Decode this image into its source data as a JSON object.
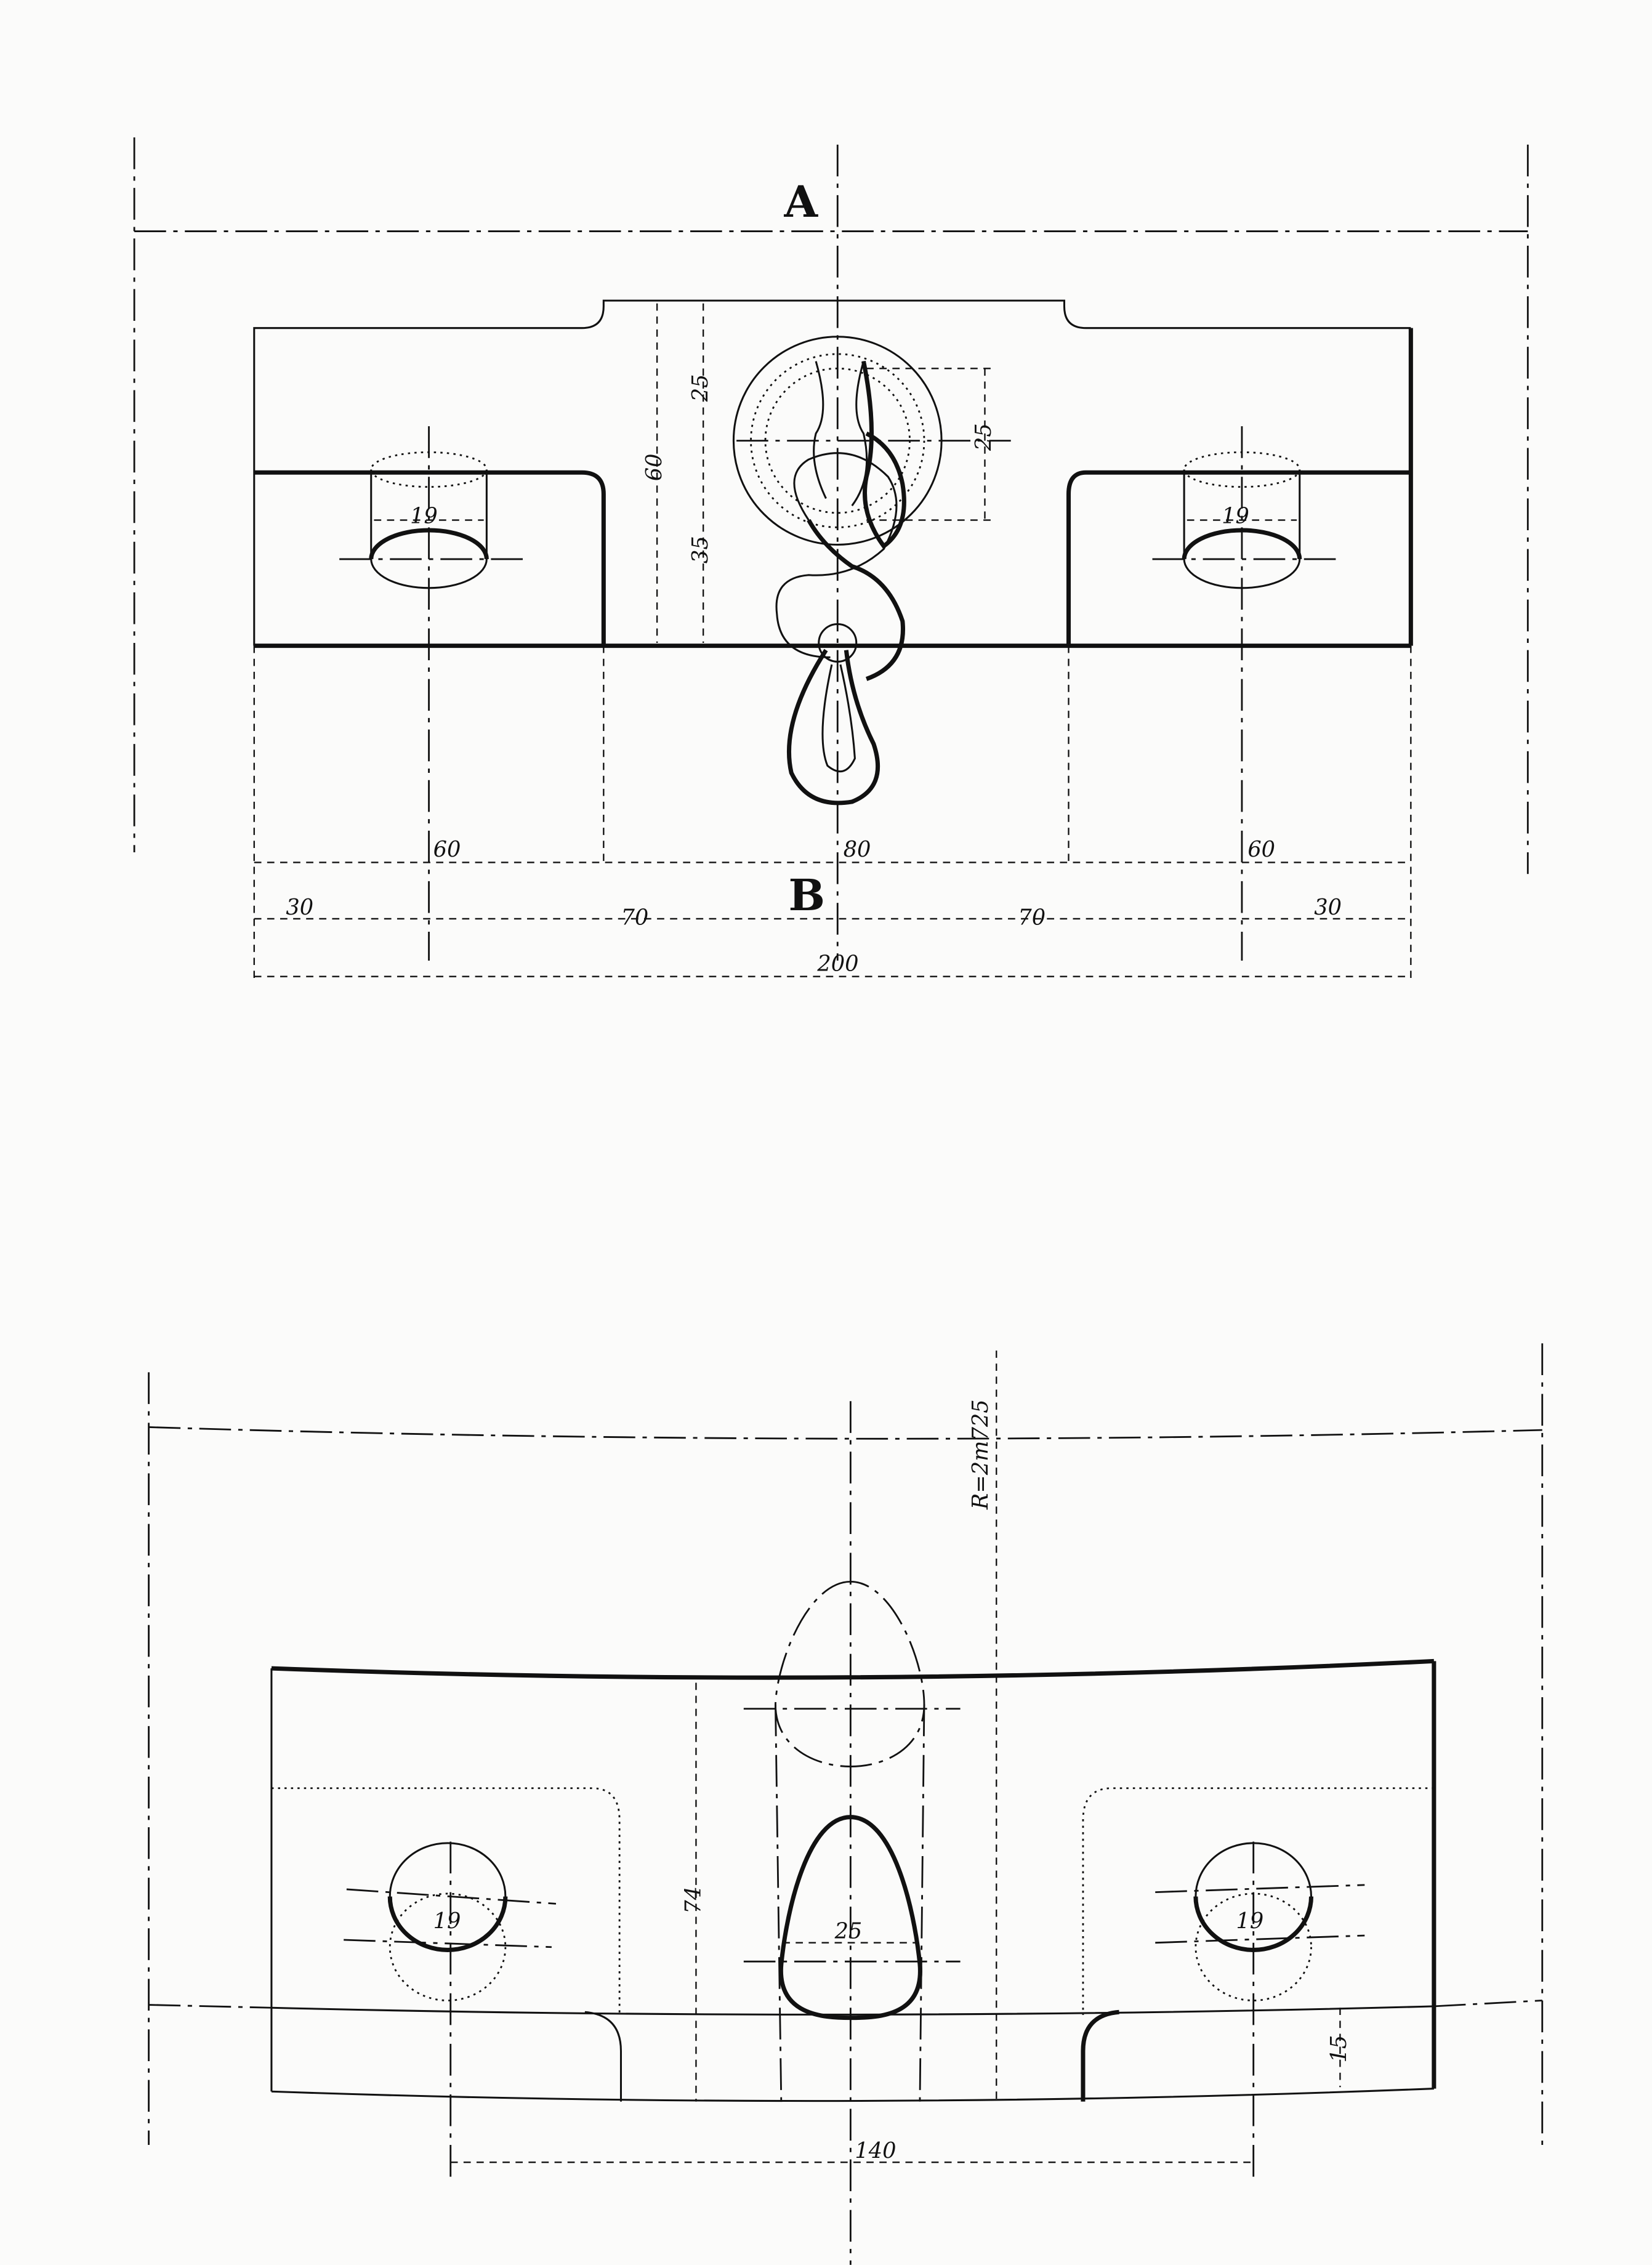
{
  "top_view": {
    "label_a": "A",
    "label_b": "B",
    "dim_height_total": "60",
    "dim_height_upper": "25",
    "dim_height_lower": "35",
    "dim_hook_ring": "25",
    "dim_hole_left": "19",
    "dim_hole_right": "19",
    "dim_row1": [
      "60",
      "80",
      "60"
    ],
    "dim_row2": [
      "30",
      "70",
      "70",
      "30"
    ],
    "dim_total": "200"
  },
  "bottom_view": {
    "radius_label": "R=2m725",
    "dim_height": "74",
    "dim_hole_left": "19",
    "dim_slot": "25",
    "dim_hole_right": "19",
    "dim_ledge": "15",
    "dim_spacing": "140"
  }
}
